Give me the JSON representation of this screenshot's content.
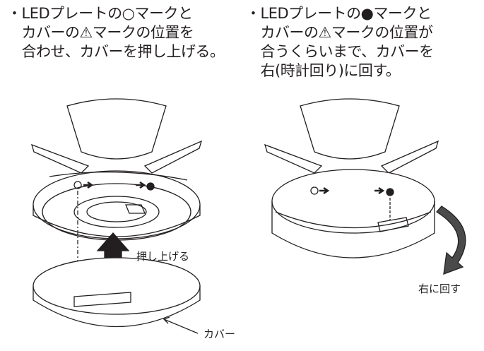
{
  "left_step": {
    "lines": [
      "・LEDプレートの○マークと",
      "　カバーの⚠マークの位置を",
      "　合わせ、カバーを押し上げる。"
    ],
    "push_label": "押し上げる",
    "cover_label": "カバー"
  },
  "right_step": {
    "lines": [
      "・LEDプレートの●マークと",
      "　カバーの⚠マークの位置が",
      "　合うくらいまで、カバーを",
      "　右(時計回り)に回す。"
    ],
    "rotate_label": "右に回す"
  }
}
